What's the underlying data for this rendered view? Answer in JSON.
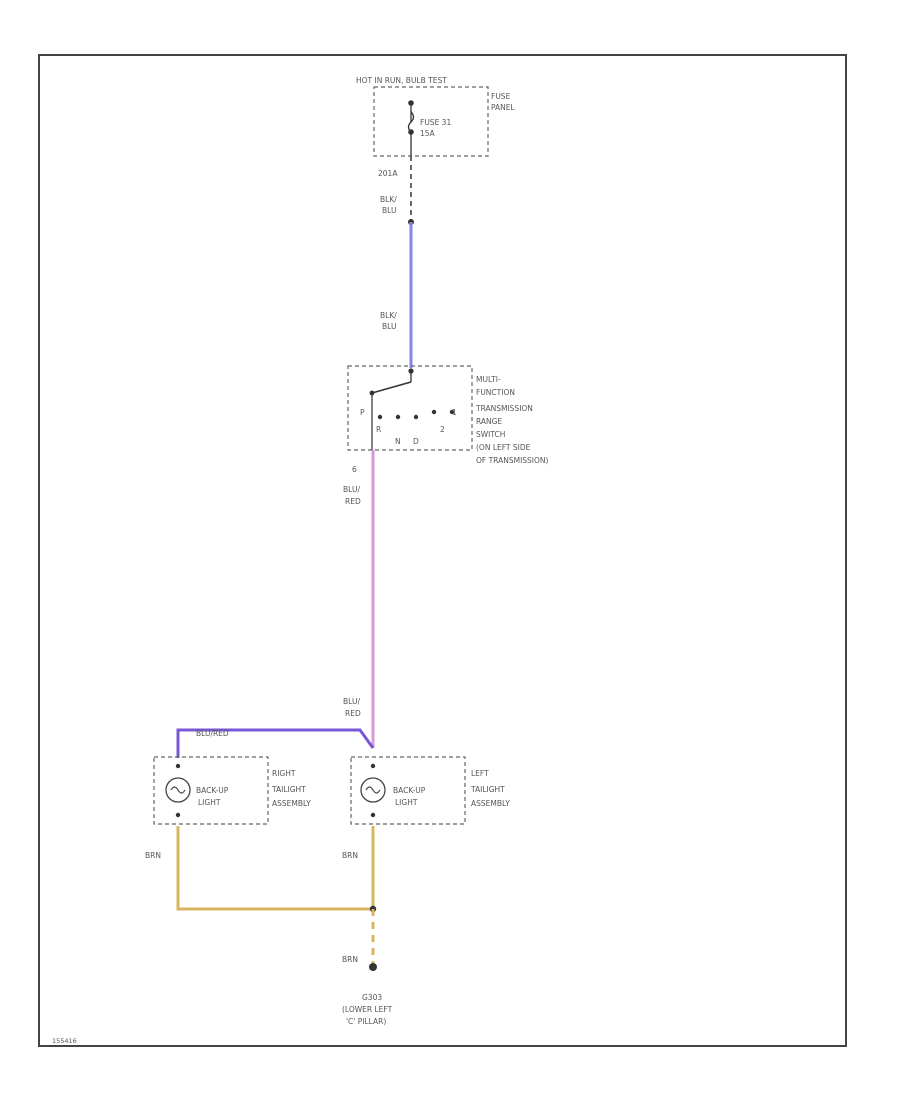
{
  "fuse_panel": {
    "header": "HOT IN RUN, BULB TEST",
    "label_line1": "FUSE",
    "label_line2": "PANEL",
    "fuse_line1": "FUSE 31",
    "fuse_line2": "15A"
  },
  "wires": {
    "blk_blu_top_code": "201A",
    "blk_blu_top_line1": "BLK/",
    "blk_blu_top_line2": "BLU",
    "blk_blu_mid_line1": "BLK/",
    "blk_blu_mid_line2": "BLU",
    "switch_out_pin": "6",
    "blu_red_top_line1": "BLU/",
    "blu_red_top_line2": "RED",
    "blu_red_bot_line1": "BLU/",
    "blu_red_bot_line2": "RED",
    "blu_red_branch": "BLU/RED",
    "brn_right": "BRN",
    "brn_left": "BRN",
    "brn_ground": "BRN"
  },
  "switch": {
    "label_lines": [
      "MULTI-",
      "FUNCTION",
      "TRANSMISSION",
      "RANGE",
      "SWITCH",
      "(ON LEFT SIDE",
      "OF TRANSMISSION)"
    ],
    "positions": [
      "P",
      "R",
      "N",
      "D",
      "2",
      "1"
    ]
  },
  "right_lamp": {
    "bulb_line1": "BACK-UP",
    "bulb_line2": "LIGHT",
    "label_lines": [
      "RIGHT",
      "TAILIGHT",
      "ASSEMBLY"
    ]
  },
  "left_lamp": {
    "bulb_line1": "BACK-UP",
    "bulb_line2": "LIGHT",
    "label_lines": [
      "LEFT",
      "TAILIGHT",
      "ASSEMBLY"
    ]
  },
  "ground": {
    "line1": "G303",
    "line2": "(LOWER LEFT",
    "line3": "'C' PILLAR)"
  },
  "figure_id": "155416",
  "colors": {
    "blk_blu": "#8a86e6",
    "blu_red": "#d79ad6",
    "brn": "#d8b560",
    "blu_red_branch": "#7a57d6"
  }
}
